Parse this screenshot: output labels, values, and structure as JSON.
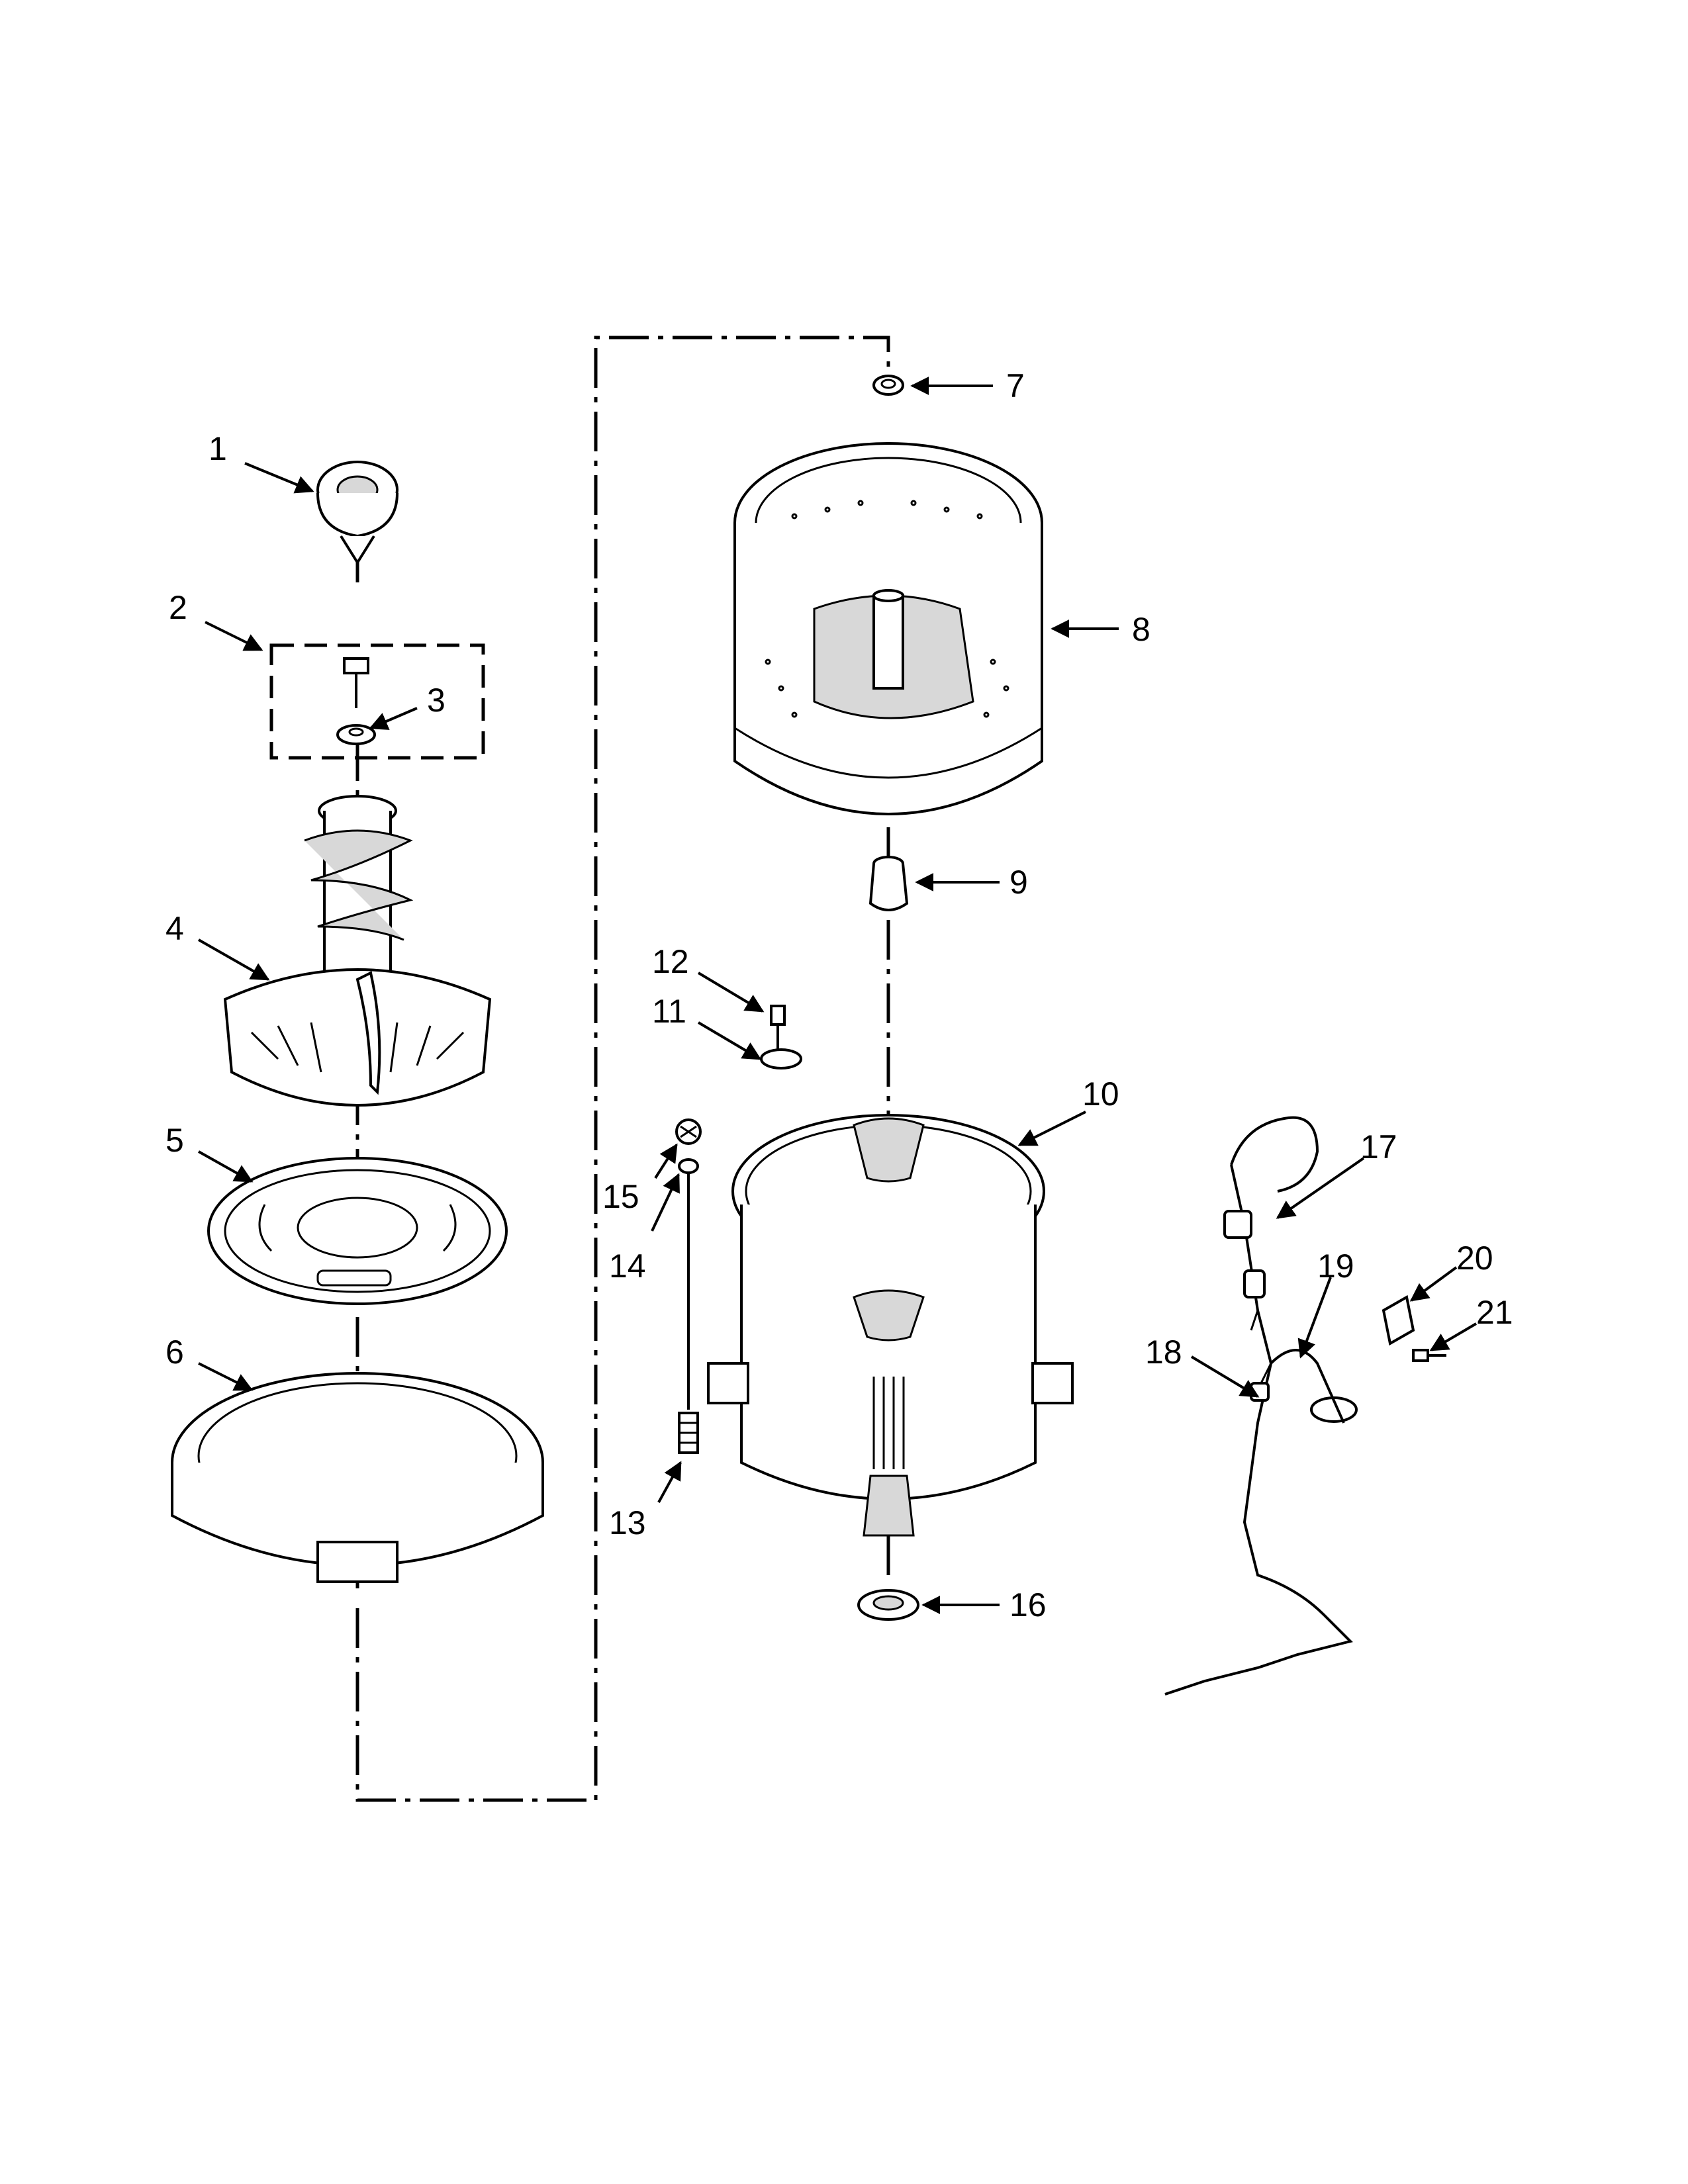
{
  "diagram": {
    "callouts": [
      "1",
      "2",
      "3",
      "4",
      "5",
      "6",
      "7",
      "8",
      "9",
      "10",
      "11",
      "12",
      "13",
      "14",
      "15",
      "16",
      "17",
      "18",
      "19",
      "20",
      "21"
    ]
  },
  "colors": {
    "line": "#000000",
    "shade": "#d8d8d8",
    "background": "#ffffff"
  }
}
